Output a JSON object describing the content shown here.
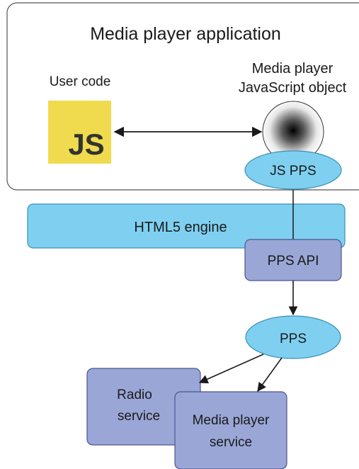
{
  "app_box": {
    "title": "Media player application"
  },
  "user_code": {
    "label": "User code",
    "logo_text": "JS",
    "logo_color": "#f0db4f"
  },
  "media_object": {
    "label_line1": "Media player",
    "label_line2": "JavaScript object"
  },
  "js_pps": {
    "label": "JS PPS"
  },
  "html5_engine": {
    "label": "HTML5 engine"
  },
  "pps_api": {
    "label": "PPS API"
  },
  "pps": {
    "label": "PPS"
  },
  "radio_service": {
    "label_line1": "Radio",
    "label_line2": "service"
  },
  "media_service": {
    "label_line1": "Media player",
    "label_line2": "service"
  },
  "colors": {
    "light_blue": "#7fd0f0",
    "blue_border": "#3a8fb5",
    "lavender": "#9aa6d6",
    "lavender_border": "#4a5690",
    "line": "#1a1a1a"
  }
}
